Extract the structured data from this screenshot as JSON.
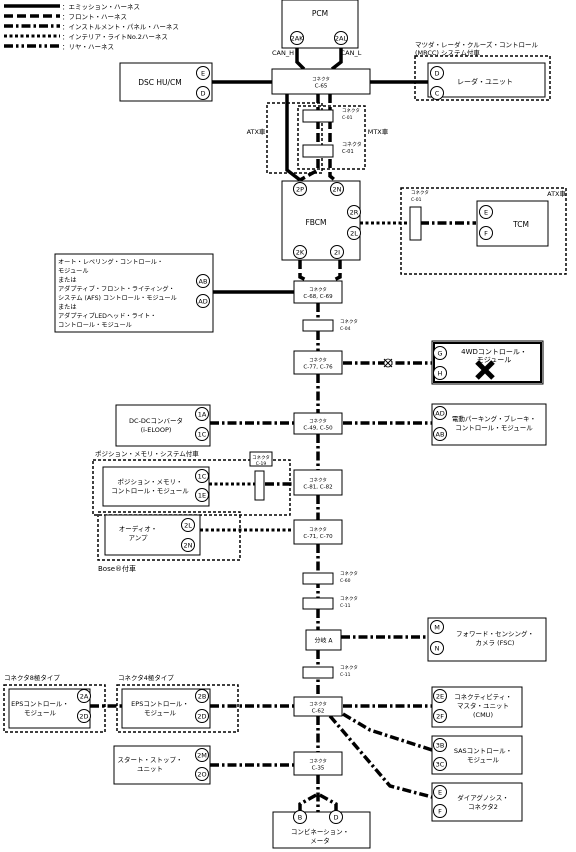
{
  "legend": [
    {
      "label": "：エミッション・ハーネス",
      "style": "emission"
    },
    {
      "label": "：フロント・ハーネス",
      "style": "front"
    },
    {
      "label": "：インストルメント・パネル・ハーネス",
      "style": "instpanel"
    },
    {
      "label": "：インテリア・ライトNo.2ハーネス",
      "style": "interior"
    },
    {
      "label": "：リヤ・ハーネス",
      "style": "rear"
    }
  ],
  "can_labels": {
    "h": "CAN_H",
    "l": "CAN_L"
  },
  "modules": {
    "pcm": {
      "name": [
        "PCM"
      ],
      "pins": [
        "2AK",
        "2AL"
      ]
    },
    "dsc": {
      "name": [
        "DSC HU/CM"
      ],
      "pins": [
        "E",
        "D"
      ]
    },
    "radar": {
      "name": [
        "レーダ・ユニット"
      ],
      "pins": [
        "D",
        "C"
      ]
    },
    "fbcm": {
      "name": [
        "FBCM"
      ],
      "pins": [
        "2P",
        "2N",
        "2R",
        "2L",
        "2K",
        "2I"
      ]
    },
    "tcm": {
      "name": [
        "TCM"
      ],
      "pins": [
        "E",
        "F"
      ]
    },
    "afs": {
      "name": [
        "オート・レベリング・コントロール・",
        "モジュール",
        "または",
        "アダプティブ・フロント・ライティング・",
        "システム (AFS) コントロール・モジュール",
        "または",
        "アダプティブLEDヘッド・ライト・",
        "コントロール・モジュール"
      ],
      "pins": [
        "AB",
        "AD"
      ]
    },
    "fourwd": {
      "name": [
        "4WDコントロール・",
        "モジュール"
      ],
      "pins": [
        "G",
        "H"
      ]
    },
    "dcdc": {
      "name": [
        "DC-DCコンバータ",
        "(i-ELOOP)"
      ],
      "pins": [
        "1A",
        "1C"
      ]
    },
    "epb": {
      "name": [
        "電動パーキング・ブレーキ・",
        "コントロール・モジュール"
      ],
      "pins": [
        "AD",
        "AB"
      ]
    },
    "memory": {
      "name": [
        "ポジション・メモリ・",
        "コントロール・モジュール"
      ],
      "pins": [
        "1C",
        "1E"
      ]
    },
    "audio": {
      "name": [
        "オーディオ・",
        "アンプ"
      ],
      "pins": [
        "2L",
        "2N"
      ]
    },
    "fsc": {
      "name": [
        "フォワード・センシング・",
        "カメラ (FSC)"
      ],
      "pins": [
        "M",
        "N"
      ]
    },
    "eps8": {
      "name": [
        "EPSコントロール・",
        "モジュール"
      ],
      "pins": [
        "2A",
        "2D"
      ]
    },
    "eps4": {
      "name": [
        "EPSコントロール・",
        "モジュール"
      ],
      "pins": [
        "2B",
        "2D"
      ]
    },
    "cmu": {
      "name": [
        "コネクティビティ・",
        "マスタ・ユニット",
        "(CMU)"
      ],
      "pins": [
        "2E",
        "2F"
      ]
    },
    "sas": {
      "name": [
        "SASコントロール・",
        "モジュール"
      ],
      "pins": [
        "3B",
        "3C"
      ]
    },
    "startstop": {
      "name": [
        "スタート・ストップ・",
        "ユニット"
      ],
      "pins": [
        "2M",
        "2O"
      ]
    },
    "diag": {
      "name": [
        "ダイアグノシス・",
        "コネクタ2"
      ],
      "pins": [
        "E",
        "F"
      ]
    },
    "meter": {
      "name": [
        "コンビネーション・",
        "メータ"
      ],
      "pins": [
        "B",
        "D"
      ]
    }
  },
  "connectors": {
    "c65": [
      "コネクタ",
      "C-65"
    ],
    "c01a": [
      "コネクタ",
      "C-01"
    ],
    "c01b": [
      "コネクタ",
      "C-01"
    ],
    "c01tcm": [
      "コネクタ",
      "C-01"
    ],
    "c68": [
      "コネクタ",
      "C-68, C-69"
    ],
    "c04": [
      "コネクタ",
      "C-04"
    ],
    "c77": [
      "コネクタ",
      "C-77, C-76"
    ],
    "c49": [
      "コネクタ",
      "C-49, C-50"
    ],
    "c19": [
      "コネクタ",
      "C-19"
    ],
    "c81": [
      "コネクタ",
      "C-81, C-82"
    ],
    "c71": [
      "コネクタ",
      "C-71, C-70"
    ],
    "c60": [
      "コネクタ",
      "C-60"
    ],
    "c11a": [
      "コネクタ",
      "C-11"
    ],
    "branch": [
      "分岐 A"
    ],
    "c11b": [
      "コネクタ",
      "C-11"
    ],
    "c62": [
      "コネクタ",
      "C-62"
    ],
    "c35": [
      "コネクタ",
      "C-35"
    ]
  },
  "group_labels": {
    "mrcc": [
      "マツダ・レーダ・クルーズ・コントロール",
      "(MRCC) システム付車"
    ],
    "atx_left": "ATX車",
    "mtx": "MTX車",
    "atx_tcm": "ATX車",
    "memory": "ポジション・メモリ・システム付車",
    "bose": "Bose®付車",
    "eps8": "コネクタ8極タイプ",
    "eps4": "コネクタ4極タイプ"
  }
}
